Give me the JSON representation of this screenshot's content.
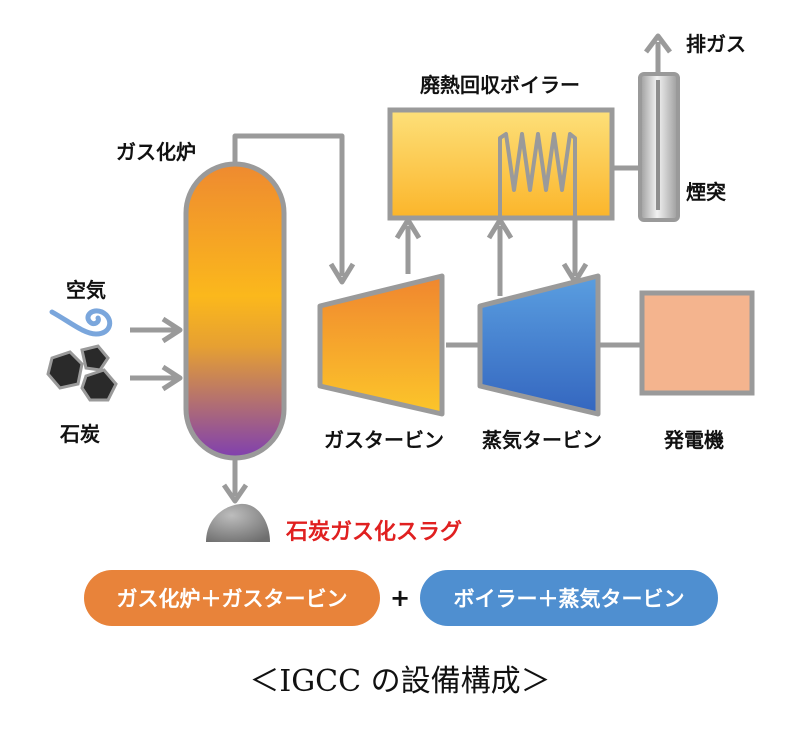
{
  "labels": {
    "exhaust": "排ガス",
    "hrsg": "廃熱回収ボイラー",
    "gasifier": "ガス化炉",
    "stack": "煙突",
    "air": "空気",
    "coal": "石炭",
    "gas_turbine": "ガスタービン",
    "steam_turbine": "蒸気タービン",
    "generator": "発電機",
    "slag": "石炭ガス化スラグ"
  },
  "legend": {
    "left_pill": "ガス化炉＋ガスタービン",
    "plus": "+",
    "right_pill": "ボイラー＋蒸気タービン"
  },
  "caption": "＜IGCC の設備構成＞",
  "colors": {
    "orange_pill": "#e8833a",
    "blue_pill": "#4f8fd0",
    "slag_text": "#e02020",
    "arrow_gray": "#9a9a9a",
    "steam_turbine": "#3f78c8",
    "generator": "#f4b48e",
    "hrsg": "#fcc93c"
  }
}
